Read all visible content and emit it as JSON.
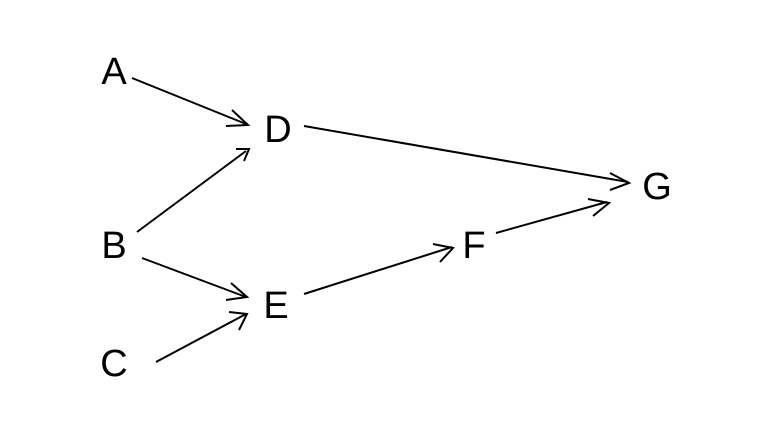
{
  "diagram": {
    "nodes": [
      {
        "id": "A",
        "label": "A"
      },
      {
        "id": "B",
        "label": "B"
      },
      {
        "id": "C",
        "label": "C"
      },
      {
        "id": "D",
        "label": "D"
      },
      {
        "id": "E",
        "label": "E"
      },
      {
        "id": "F",
        "label": "F"
      },
      {
        "id": "G",
        "label": "G"
      }
    ],
    "edges": [
      {
        "from": "A",
        "to": "D"
      },
      {
        "from": "B",
        "to": "D"
      },
      {
        "from": "B",
        "to": "E"
      },
      {
        "from": "C",
        "to": "E"
      },
      {
        "from": "D",
        "to": "G"
      },
      {
        "from": "E",
        "to": "F"
      },
      {
        "from": "F",
        "to": "G"
      }
    ],
    "colors": {
      "line": "#000000",
      "text": "#000000",
      "background": "#ffffff"
    }
  }
}
